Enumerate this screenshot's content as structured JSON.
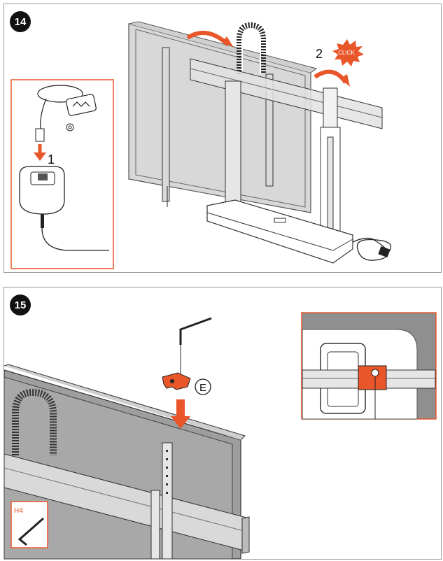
{
  "steps": [
    {
      "number": "14",
      "labels": {
        "connect": "1",
        "mount": "2",
        "click": "CLICK"
      }
    },
    {
      "number": "15",
      "labels": {
        "part": "E",
        "tool": "H4"
      }
    }
  ],
  "colors": {
    "accent": "#e8562a",
    "frame": "#9a9a9a",
    "screen": "#b3b3b3",
    "line": "#222222"
  }
}
